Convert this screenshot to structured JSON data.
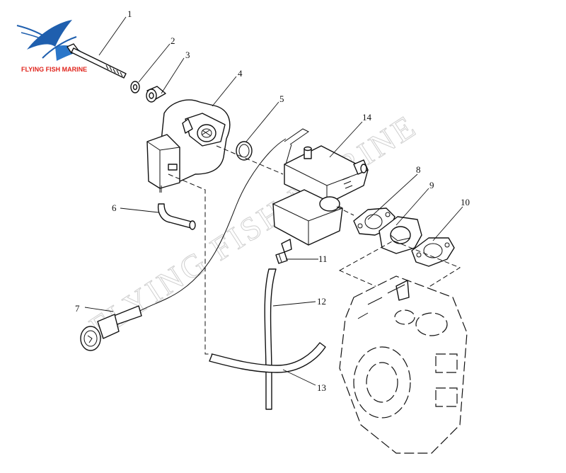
{
  "brand": {
    "logo_icon": "flying-fish-icon",
    "name": "FLYING FISH MARINE",
    "watermark": "FLYING FISH MARINE",
    "colors": {
      "logo": "#1f5fae",
      "brand_text": "#e0241c"
    }
  },
  "callouts": [
    "1",
    "2",
    "3",
    "4",
    "5",
    "6",
    "7",
    "8",
    "9",
    "10",
    "11",
    "12",
    "13",
    "14"
  ]
}
